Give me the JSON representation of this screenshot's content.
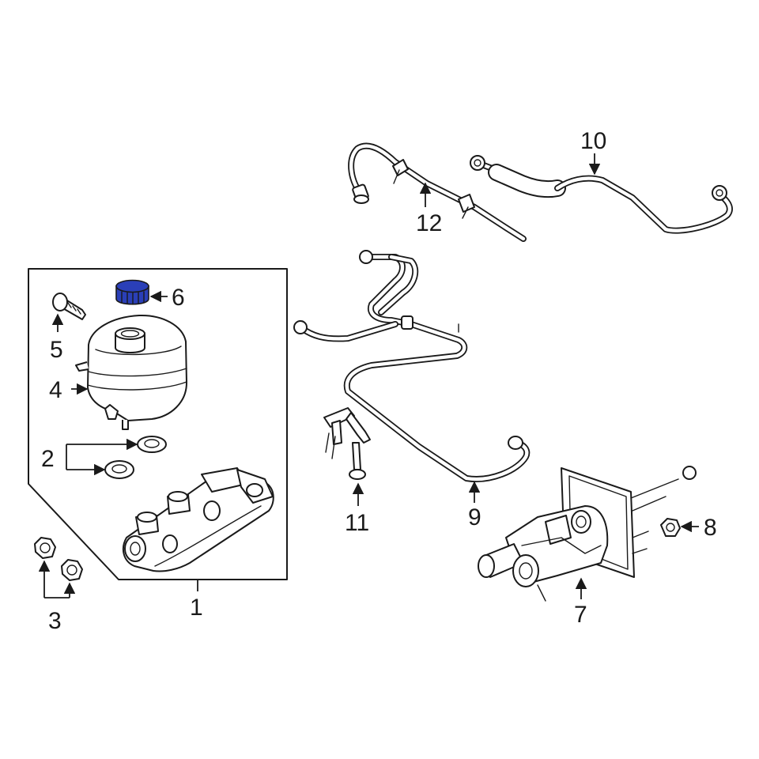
{
  "callouts": {
    "c1": "1",
    "c2": "2",
    "c3": "3",
    "c4": "4",
    "c5": "5",
    "c6": "6",
    "c7": "7",
    "c8": "8",
    "c9": "9",
    "c10": "10",
    "c11": "11",
    "c12": "12"
  },
  "colors": {
    "highlight": "#2a3fb8",
    "line": "#1a1a1a",
    "background": "#ffffff"
  },
  "highlighted_part": "6"
}
